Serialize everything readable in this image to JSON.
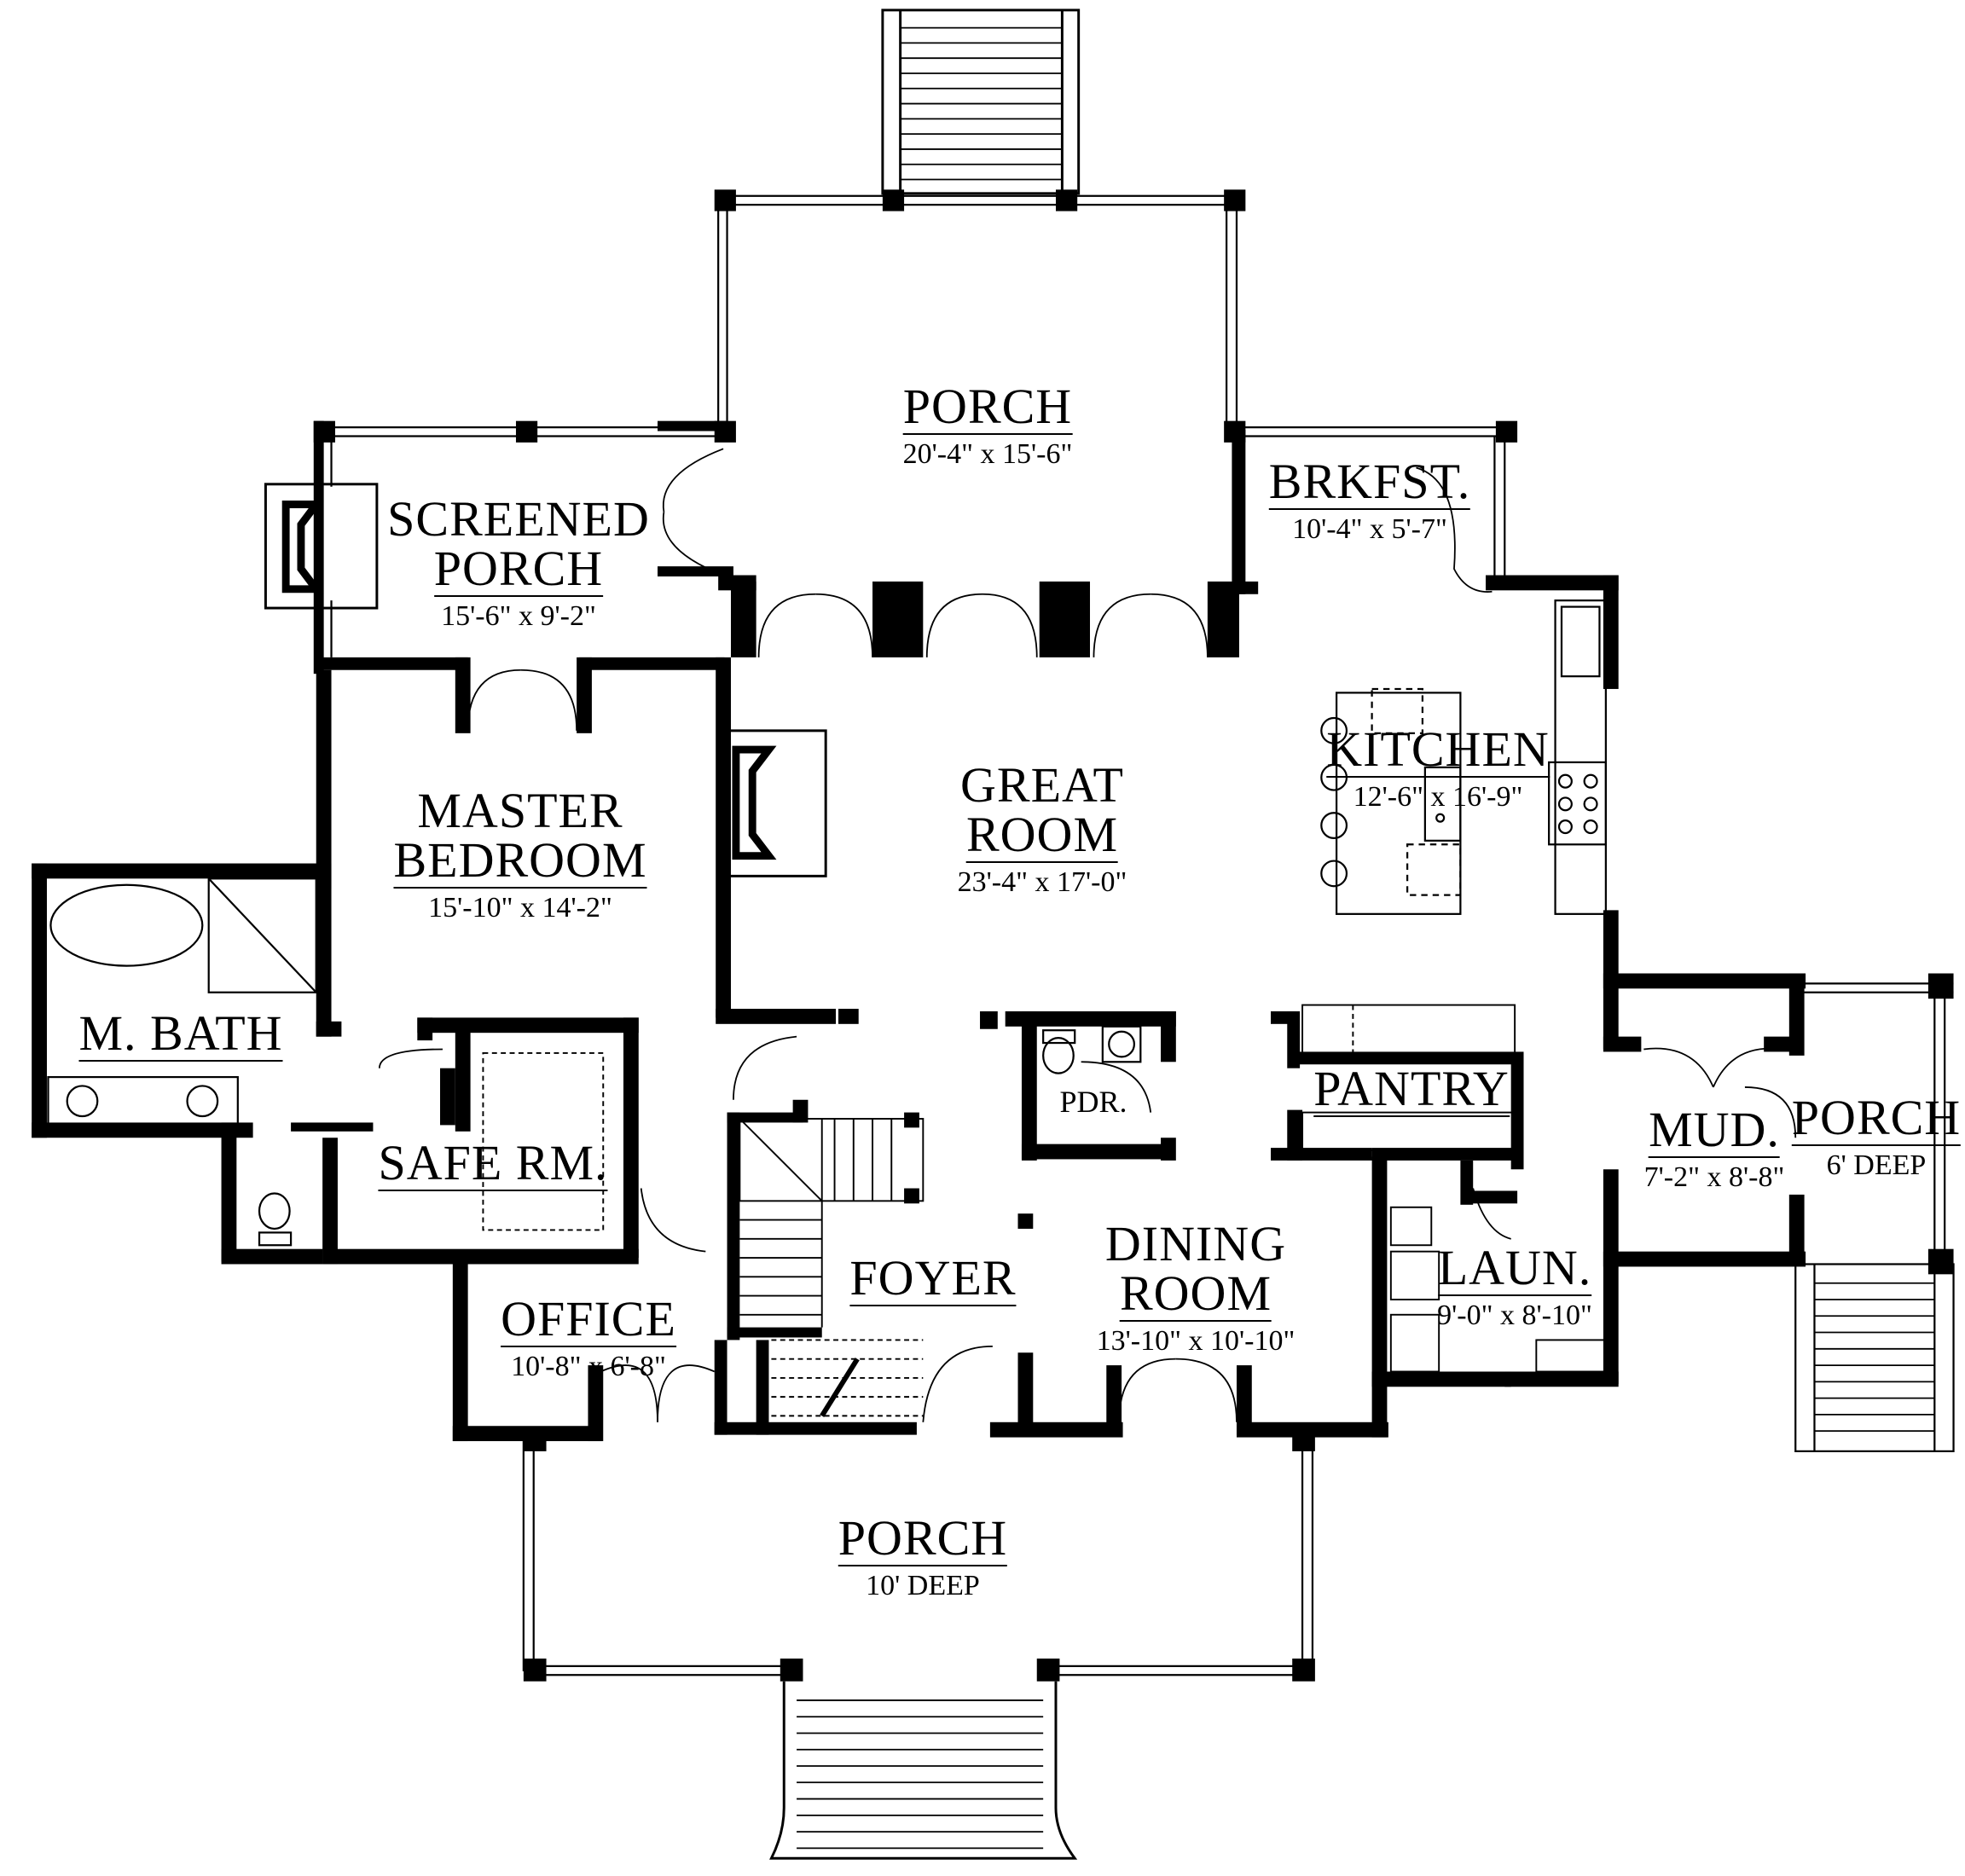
{
  "rooms": {
    "porch_back": {
      "name": "PORCH",
      "dim": "20'-4\" x 15'-6\""
    },
    "screened_porch": {
      "name1": "SCREENED",
      "name2": "PORCH",
      "dim": "15'-6\" x 9'-2\""
    },
    "brkfst": {
      "name": "BRKFST.",
      "dim": "10'-4\" x 5'-7\""
    },
    "great_room": {
      "name1": "GREAT",
      "name2": "ROOM",
      "dim": "23'-4\" x 17'-0\""
    },
    "kitchen": {
      "name": "KITCHEN",
      "dim": "12'-6\" x 16'-9\""
    },
    "master_bedroom": {
      "name1": "MASTER",
      "name2": "BEDROOM",
      "dim": "15'-10\" x 14'-2\""
    },
    "m_bath": {
      "name": "M. BATH"
    },
    "safe_rm": {
      "name": "SAFE RM."
    },
    "pdr": {
      "name": "PDR."
    },
    "pantry": {
      "name": "PANTRY"
    },
    "mud": {
      "name": "MUD.",
      "dim": "7'-2\" x 8'-8\""
    },
    "porch_side": {
      "name": "PORCH",
      "dim": "6' DEEP"
    },
    "foyer": {
      "name": "FOYER"
    },
    "dining_room": {
      "name1": "DINING",
      "name2": "ROOM",
      "dim": "13'-10\" x 10'-10\""
    },
    "laun": {
      "name": "LAUN.",
      "dim": "9'-0\" x 8'-10\""
    },
    "office": {
      "name": "OFFICE",
      "dim": "10'-8\" x 6'-8\""
    },
    "porch_front": {
      "name": "PORCH",
      "dim": "10' DEEP"
    }
  }
}
